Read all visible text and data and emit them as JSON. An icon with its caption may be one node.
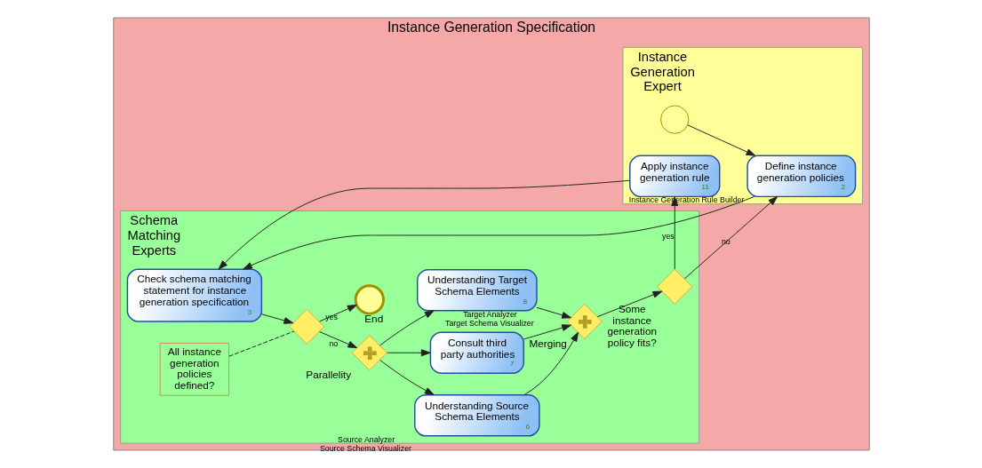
{
  "diagram": {
    "nodes": [
      {
        "text": [
          "Instance Generation Specification"
        ]
      },
      {
        "text": [
          "Schema Matching Experts"
        ],
        "in": 0
      },
      {
        "text": [
          "Check schema matching statement for instance generation specification",
          "3"
        ],
        "in": 1
      },
      {
        "text": [],
        "shape": "diamond",
        "in": 1
      },
      {
        "text": [
          "All instance generation policies defined?"
        ],
        "in": 1
      },
      {
        "text": [
          "Parallelity"
        ],
        "in": 1
      },
      {
        "text": [
          "End"
        ],
        "in": 1
      },
      {
        "text": [
          "Understanding Source Schema Elements",
          "6"
        ],
        "beside": [
          "Source Analyzer",
          "Source Schema Visualizer"
        ],
        "in": 1
      },
      {
        "text": [
          "Consult third party authorities",
          "7"
        ],
        "in": 1
      },
      {
        "text": [
          "Understanding Target Schema Elements",
          "8"
        ],
        "beside": [
          "Target Analyzer",
          "Target Schema Visualizer"
        ],
        "in": 1
      },
      {
        "text": [
          "Merging"
        ],
        "in": 1
      },
      {
        "text": [
          "Some instance generation policy fits?"
        ],
        "in": 1
      },
      {
        "text": [
          "Instance Generation Expert"
        ],
        "in": 0
      },
      {
        "text": [],
        "shape": "circle",
        "in": 12
      },
      {
        "text": [
          "Define instance generation policies",
          "2"
        ],
        "beside": [
          "Instance Generation Rule Builder"
        ],
        "in": 12
      },
      {
        "text": [
          "Apply instance generation rule",
          "11"
        ],
        "in": 12
      }
    ],
    "edges": [
      {
        "from": 13,
        "to": 14,
        "arrow": "to"
      },
      {
        "from": 14,
        "to": 2,
        "arrow": "to"
      },
      {
        "from": 2,
        "to": 3,
        "arrow": "to"
      },
      {
        "from": 4,
        "to": 3,
        "arrow": "none",
        "style": "dashed"
      },
      {
        "from": 3,
        "to": 5,
        "arrow": "to",
        "label": "no"
      },
      {
        "from": 3,
        "to": 6,
        "arrow": "to",
        "label": "yes"
      },
      {
        "from": 5,
        "to": 7,
        "arrow": "to"
      },
      {
        "from": 5,
        "to": 8,
        "arrow": "to"
      },
      {
        "from": 5,
        "to": 9,
        "arrow": "to"
      },
      {
        "from": 7,
        "to": 10,
        "arrow": "to"
      },
      {
        "from": 8,
        "to": 10,
        "arrow": "to"
      },
      {
        "from": 9,
        "to": 10,
        "arrow": "to"
      },
      {
        "from": 10,
        "to": 11,
        "arrow": "to"
      },
      {
        "from": 11,
        "to": 14,
        "arrow": "to",
        "label": "no"
      },
      {
        "from": 11,
        "to": 15,
        "arrow": "to",
        "label": "yes"
      },
      {
        "from": 15,
        "to": 2,
        "arrow": "to"
      }
    ]
  }
}
